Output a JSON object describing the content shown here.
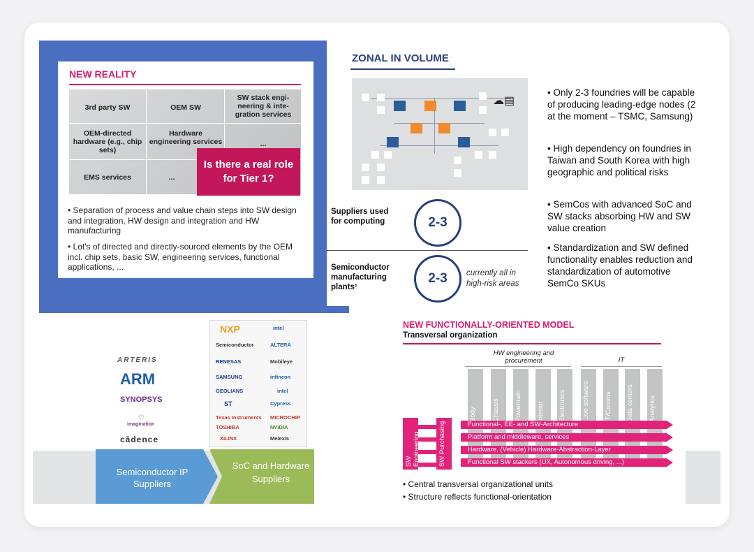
{
  "new_reality": {
    "title": "NEW REALITY",
    "cells": [
      "3rd party SW",
      "OEM SW",
      "SW stack engi-neering & inte-gration services",
      "OEM-directed hardware (e.g., chip sets)",
      "Hardware engineering services",
      "...",
      "EMS services",
      "..."
    ],
    "callout": "Is there a real role for Tier 1?",
    "bullets": [
      "• Separation of process and value chain steps into SW design and integration, HW design and integration and HW manufacturing",
      "• Lot's of directed and directly-sourced elements by the OEM incl. chip sets, basic SW, engineering services, functional applications, ..."
    ]
  },
  "zonal": {
    "title": "ZONAL IN VOLUME",
    "row1_label": "Suppliers used for computing",
    "row1_value": "2-3",
    "row2_label": "Semiconductor manufacturing plants¹",
    "row2_value": "2-3",
    "row2_note": "currently all in high-risk areas",
    "bullets": [
      "• Only 2-3 foundries will be capable of producing leading-edge nodes (2 at the moment – TSMC, Samsung)",
      "• High dependency on foundries in Taiwan and South Korea with high geographic and political risks",
      "• SemCos with advanced SoC and SW stacks absorbing HW and SW value creation",
      "• Standardization and SW defined functionality enables reduction and standardization of automotive SemCo SKUs"
    ]
  },
  "ip_suppliers": {
    "logos": [
      "ARTERIS",
      "ARM",
      "SYNOPSYS",
      "imagination",
      "cādence"
    ],
    "label": "Semiconductor IP Suppliers"
  },
  "soc_suppliers": {
    "logos_left": [
      "NXP",
      "Semiconductor",
      "RENESAS",
      "SAMSUNG",
      "GEOLIANS",
      "ST",
      "Texas Instruments",
      "TOSHIBA",
      "XILINX"
    ],
    "logos_right": [
      "intel",
      "ALTERA",
      "Mobileye",
      "infineon",
      "intel",
      "Cypress",
      "MICROCHIP",
      "NVIDIA",
      "Melexis"
    ],
    "label": "SoC and Hardware Suppliers"
  },
  "functional_model": {
    "title": "NEW FUNCTIONALLY-ORIENTED MODEL",
    "subtitle": "Transversal organization",
    "group1": "HW engineering and procurement",
    "group2": "IT",
    "columns": [
      "Body",
      "Chassis",
      "Powertrain",
      "Interior",
      "Electronics",
      "...ive software",
      "IT/Comms",
      "Data centers",
      "Analytics"
    ],
    "side_boxes": [
      "SW Engineering",
      "SW Purchasing"
    ],
    "bars": [
      "Functional-, EE- and SW-Architecture",
      "Platform and middleware, services",
      "Hardware, (Vehicle) Hardware-Abstraction-Layer",
      "Functional SW stackers (UX, Autonomous driving, ...)"
    ],
    "bullets": [
      "• Central transversal organizational units",
      "• Structure reflects functional-orientation"
    ]
  },
  "colors": {
    "magenta": "#d81b72",
    "navy": "#2a3f7a",
    "blue_panel": "#4a6fc1",
    "orange": "#f08a2c"
  }
}
